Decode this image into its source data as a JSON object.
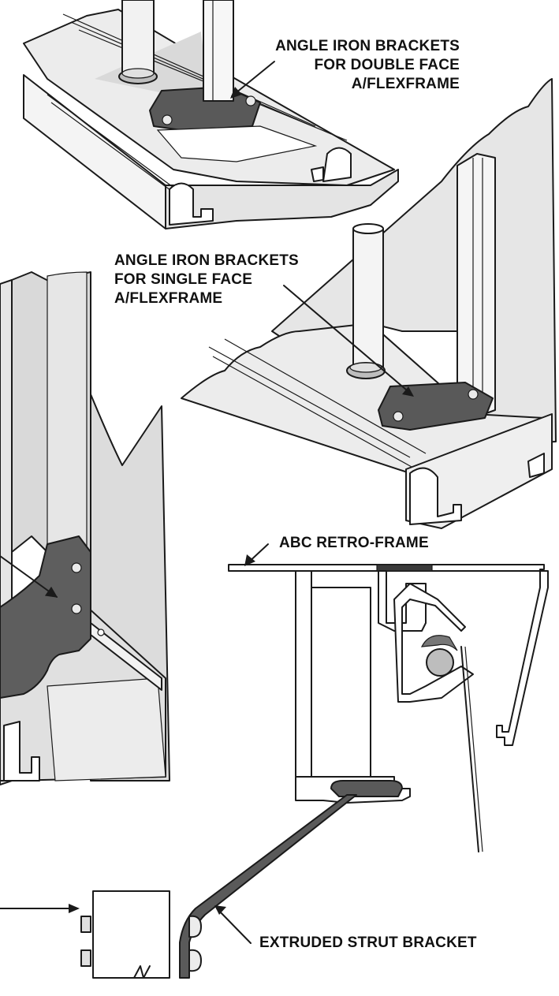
{
  "labels": {
    "double_face_line1": "ANGLE IRON BRACKETS",
    "double_face_line2": "FOR DOUBLE FACE",
    "double_face_line3": "A/FLEXFRAME",
    "single_face_line1": "ANGLE IRON BRACKETS",
    "single_face_line2": "FOR SINGLE FACE",
    "single_face_line3": "A/FLEXFRAME",
    "retro_frame": "ABC RETRO-FRAME",
    "strut_bracket": "EXTRUDED STRUT BRACKET"
  },
  "colors": {
    "line": "#1a1a1a",
    "panel_light": "#e6e6e6",
    "panel_mid": "#bdbdbd",
    "bracket_dark": "#595959",
    "pole_fill": "#f2f2f2"
  }
}
